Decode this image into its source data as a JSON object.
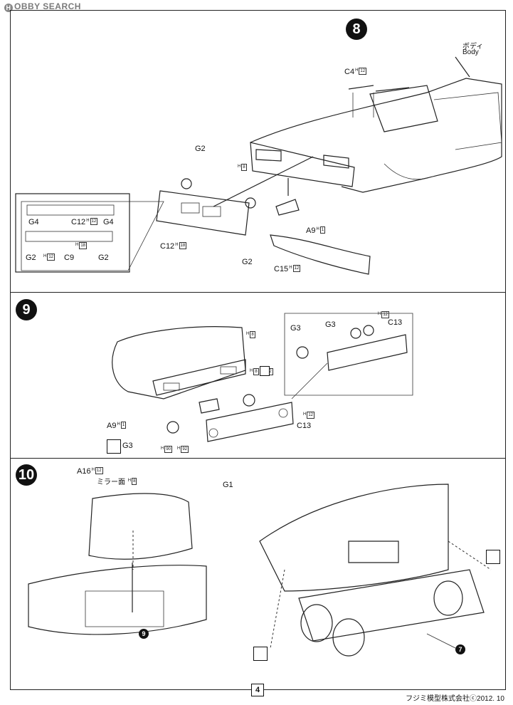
{
  "watermark": {
    "prefix": "H",
    "text": "OBBY SEARCH"
  },
  "steps": {
    "s8": {
      "number": "8",
      "body_jp": "ボディ",
      "body_en": "Body",
      "c4": "C4",
      "c4_h": "12",
      "g2_top": "G2",
      "h8": "8",
      "a9": "A9",
      "a9_h": "1",
      "c12": "C12",
      "c12_h": "18",
      "g2_bottom": "G2",
      "c15": "C15",
      "c15_h": "12",
      "inset": {
        "g4_left": "G4",
        "c12": "C12",
        "c12_h": "12",
        "g4_right": "G4",
        "g2_left": "G2",
        "h12": "12",
        "c9": "C9",
        "h18": "18",
        "g2_right": "G2"
      }
    },
    "s9": {
      "number": "9",
      "h8_a": "8",
      "h8_b": "8",
      "h12_b": "12",
      "a9": "A9",
      "a9_h": "1",
      "g3": "G3",
      "h90": "90",
      "h92": "92",
      "c13": "C13",
      "c13_h": "12",
      "detail": {
        "g3_a": "G3",
        "g3_b": "G3",
        "h12": "12",
        "c13": "C13"
      }
    },
    "s10": {
      "number": "10",
      "a16": "A16",
      "a16_h": "12",
      "mirror": "ミラー面",
      "mirror_h": "8",
      "g1": "G1",
      "ref9": "9",
      "ref7": "7"
    }
  },
  "footer": {
    "page": "4",
    "copyright": "フジミ模型株式会社ⓒ2012. 10"
  }
}
